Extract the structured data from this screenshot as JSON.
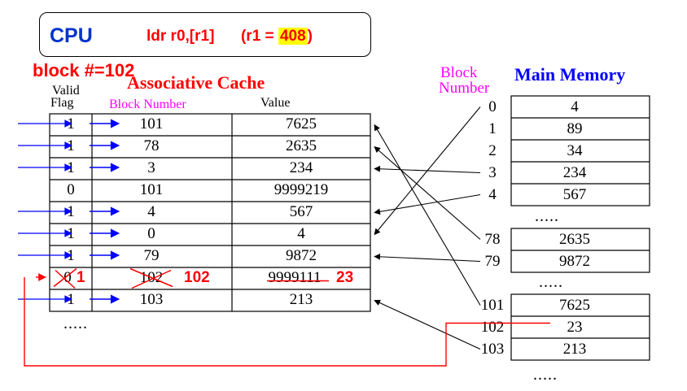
{
  "cpu": {
    "label": "CPU",
    "instruction": "ldr r0,[r1]",
    "reg_prefix": "(r1 = ",
    "reg_value": "408",
    "reg_suffix": ")"
  },
  "block_label": "block #=102",
  "cache": {
    "title": "Associative Cache",
    "valid_header_line1": "Valid",
    "valid_header_line2": "Flag",
    "block_header": "Block Number",
    "value_header": "Value",
    "rows": [
      {
        "valid": "1",
        "block": "101",
        "value": "7625"
      },
      {
        "valid": "1",
        "block": "78",
        "value": "2635"
      },
      {
        "valid": "1",
        "block": "3",
        "value": "234"
      },
      {
        "valid": "0",
        "block": "101",
        "value": "9999219"
      },
      {
        "valid": "1",
        "block": "4",
        "value": "567"
      },
      {
        "valid": "1",
        "block": "0",
        "value": "4"
      },
      {
        "valid": "1",
        "block": "79",
        "value": "9872"
      },
      {
        "valid": "0",
        "block": "102",
        "value": "9999111",
        "new_valid": "1",
        "new_block": "102",
        "new_value": "23"
      },
      {
        "valid": "1",
        "block": "103",
        "value": "213"
      }
    ],
    "ellipsis": "....."
  },
  "memory": {
    "title": "Main Memory",
    "block_header_line1": "Block",
    "block_header_line2": "Number",
    "groups": [
      [
        {
          "block": "0",
          "value": "4"
        },
        {
          "block": "1",
          "value": "89"
        },
        {
          "block": "2",
          "value": "34"
        },
        {
          "block": "3",
          "value": "234"
        },
        {
          "block": "4",
          "value": "567"
        }
      ],
      [
        {
          "block": "78",
          "value": "2635"
        },
        {
          "block": "79",
          "value": "9872"
        }
      ],
      [
        {
          "block": "101",
          "value": "7625"
        },
        {
          "block": "102",
          "value": "23"
        },
        {
          "block": "103",
          "value": "213"
        }
      ]
    ],
    "ellipsis": "....."
  },
  "colors": {
    "red": "#ff0000",
    "blue": "#0000ff",
    "magenta": "#ff00ff",
    "highlight": "#ffff00",
    "cpu_label": "#0033cc",
    "mem_title": "#0000ff"
  }
}
